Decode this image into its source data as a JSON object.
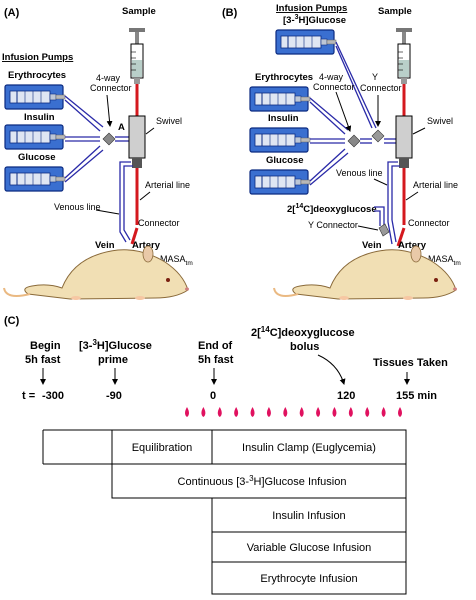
{
  "panelA": {
    "panel_label": "(A)",
    "sample_label": "Sample",
    "pumps_heading": "Infusion Pumps",
    "pump_erythrocytes": "Erythrocytes",
    "pump_insulin": "Insulin",
    "pump_glucose": "Glucose",
    "connector_4way_line1": "4-way",
    "connector_4way_line2": "Connector",
    "connector_letter": "A",
    "swivel_label": "Swivel",
    "arterial_line": "Arterial line",
    "venous_line": "Venous line",
    "connector_label": "Connector",
    "vein_label": "Vein",
    "artery_label": "Artery",
    "masa_label": "MASA",
    "masa_sub": "tm"
  },
  "panelB": {
    "panel_label": "(B)",
    "pumps_heading": "Infusion Pumps",
    "pump_tracer_prefix": "[3-",
    "pump_tracer_sup": "3",
    "pump_tracer_suffix": "H]Glucose",
    "sample_label": "Sample",
    "pump_erythrocytes": "Erythrocytes",
    "pump_insulin": "Insulin",
    "pump_glucose": "Glucose",
    "connector_4way_line1": "4-way",
    "connector_4way_line2": "Connector",
    "y_connector_line1": "Y",
    "y_connector_line2": "Connector",
    "swivel_label": "Swivel",
    "venous_line": "Venous line",
    "arterial_line": "Arterial line",
    "deoxy_prefix": "2[",
    "deoxy_sup": "14",
    "deoxy_suffix": "C]deoxyglucose",
    "y_connector_lower": "Y Connector",
    "connector_label": "Connector",
    "vein_label": "Vein",
    "artery_label": "Artery",
    "masa_label": "MASA",
    "masa_sub": "tm"
  },
  "panelC": {
    "panel_label": "(C)",
    "events": [
      {
        "line1": "Begin",
        "line2": "5h fast"
      },
      {
        "line1_prefix": "[3-",
        "line1_sup": "3",
        "line1_suffix": "H]Glucose",
        "line2": "prime"
      },
      {
        "line1": "End of",
        "line2": "5h fast"
      },
      {
        "line1_prefix": "2[",
        "line1_sup": "14",
        "line1_suffix": "C]deoxyglucose",
        "line2": "bolus"
      },
      {
        "line1": "Tissues Taken",
        "line2": ""
      }
    ],
    "t_prefix": "t = ",
    "times": [
      "-300",
      "-90",
      "0",
      "120",
      "155 min"
    ],
    "sampling_drop_count": 14,
    "sampling_color": "#e0115f",
    "rows": {
      "equilibration": "Equilibration",
      "clamp": "Insulin Clamp (Euglycemia)",
      "continuous_prefix": "Continuous [3-",
      "continuous_sup": "3",
      "continuous_suffix": "H]Glucose Infusion",
      "insulin": "Insulin Infusion",
      "glucose": "Variable Glucose Infusion",
      "erythrocyte": "Erythrocyte Infusion"
    }
  },
  "colors": {
    "pump_blue": "#3a6fd0",
    "tubing_blue": "#2a2aa8",
    "arterial_red": "#d4181e",
    "mouse_fill": "#f1dfb4",
    "drop_red": "#e0115f"
  }
}
